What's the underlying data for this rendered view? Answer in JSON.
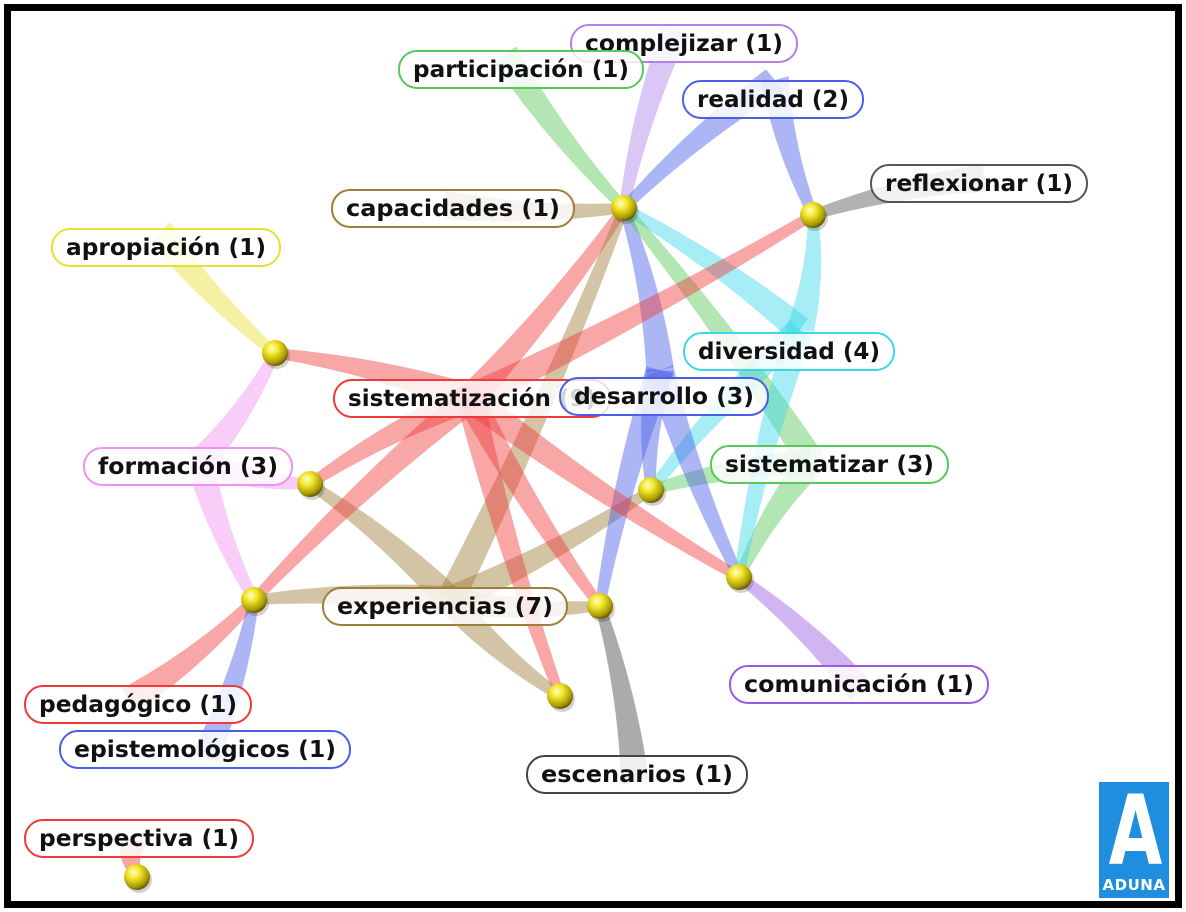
{
  "concepts": [
    {
      "id": "complejizar",
      "label": "complejizar (1)",
      "color": "#b082e8"
    },
    {
      "id": "participacion",
      "label": "participación (1)",
      "color": "#58c858"
    },
    {
      "id": "realidad",
      "label": "realidad (2)",
      "color": "#4a5ee8"
    },
    {
      "id": "reflexionar",
      "label": "reflexionar (1)",
      "color": "#555555"
    },
    {
      "id": "capacidades",
      "label": "capacidades (1)",
      "color": "#a07d3a"
    },
    {
      "id": "apropiacion",
      "label": "apropiación (1)",
      "color": "#e8e030"
    },
    {
      "id": "diversidad",
      "label": "diversidad (4)",
      "color": "#3ad8e8"
    },
    {
      "id": "sistematizacion",
      "label": "sistematización (9)",
      "color": "#f03a3a"
    },
    {
      "id": "desarrollo",
      "label": "desarrollo (3)",
      "color": "#4a5ee8"
    },
    {
      "id": "formacion",
      "label": "formación (3)",
      "color": "#f090f0"
    },
    {
      "id": "sistematizar",
      "label": "sistematizar (3)",
      "color": "#58c858"
    },
    {
      "id": "experiencias",
      "label": "experiencias (7)",
      "color": "#a07d3a"
    },
    {
      "id": "comunicacion",
      "label": "comunicación (1)",
      "color": "#9a5ae0"
    },
    {
      "id": "pedagogico",
      "label": "pedagógico (1)",
      "color": "#f03a3a"
    },
    {
      "id": "epistemologicos",
      "label": "epistemológicos (1)",
      "color": "#4a5ee8"
    },
    {
      "id": "escenarios",
      "label": "escenarios (1)",
      "color": "#444444"
    },
    {
      "id": "perspectiva",
      "label": "perspectiva (1)",
      "color": "#f03a3a"
    }
  ],
  "documents": [
    {
      "id": "d1",
      "concepts": [
        "participacion",
        "complejizar",
        "realidad",
        "capacidades",
        "sistematizacion",
        "experiencias",
        "desarrollo",
        "diversidad",
        "sistematizar"
      ]
    },
    {
      "id": "d2",
      "concepts": [
        "reflexionar",
        "realidad",
        "sistematizacion",
        "diversidad"
      ]
    },
    {
      "id": "d3",
      "concepts": [
        "apropiacion",
        "formacion",
        "sistematizacion"
      ]
    },
    {
      "id": "d4",
      "concepts": [
        "sistematizacion",
        "formacion",
        "experiencias"
      ]
    },
    {
      "id": "d5",
      "concepts": [
        "desarrollo",
        "sistematizar",
        "diversidad",
        "experiencias"
      ]
    },
    {
      "id": "d6",
      "concepts": [
        "pedagogico",
        "epistemologicos",
        "formacion",
        "sistematizacion",
        "experiencias"
      ]
    },
    {
      "id": "d7",
      "concepts": [
        "sistematizacion",
        "experiencias",
        "desarrollo",
        "escenarios"
      ]
    },
    {
      "id": "d8",
      "concepts": [
        "sistematizacion",
        "desarrollo",
        "sistematizar",
        "diversidad",
        "comunicacion"
      ]
    },
    {
      "id": "d9",
      "concepts": [
        "sistematizacion",
        "experiencias"
      ]
    },
    {
      "id": "d10",
      "concepts": [
        "perspectiva"
      ]
    }
  ],
  "logo": {
    "letter": "A",
    "wordmark": "ADUNA"
  }
}
